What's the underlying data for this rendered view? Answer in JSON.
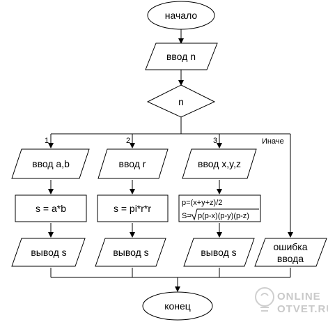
{
  "flowchart": {
    "start": "начало",
    "input_n": "ввод n",
    "decision": "n",
    "branches": [
      {
        "case_label": "1",
        "input": "ввод a,b",
        "process": "s = a*b",
        "output": "вывод s"
      },
      {
        "case_label": "2",
        "input": "ввод r",
        "process": "s = pi*r*r",
        "output": "вывод s"
      },
      {
        "case_label": "3",
        "input": "ввод x,y,z",
        "process_line1": "p=(x+y+z)/2",
        "process_line2_prefix": "S=",
        "process_line2_radicand": "p(p-x)(p-y)(p-z)",
        "output": "вывод s"
      }
    ],
    "else_label": "Иначе",
    "error_line1": "ошибка",
    "error_line2": "ввода",
    "end": "конец"
  },
  "watermark": {
    "line1": "ONLINE",
    "line2": "OTVET.RU"
  }
}
